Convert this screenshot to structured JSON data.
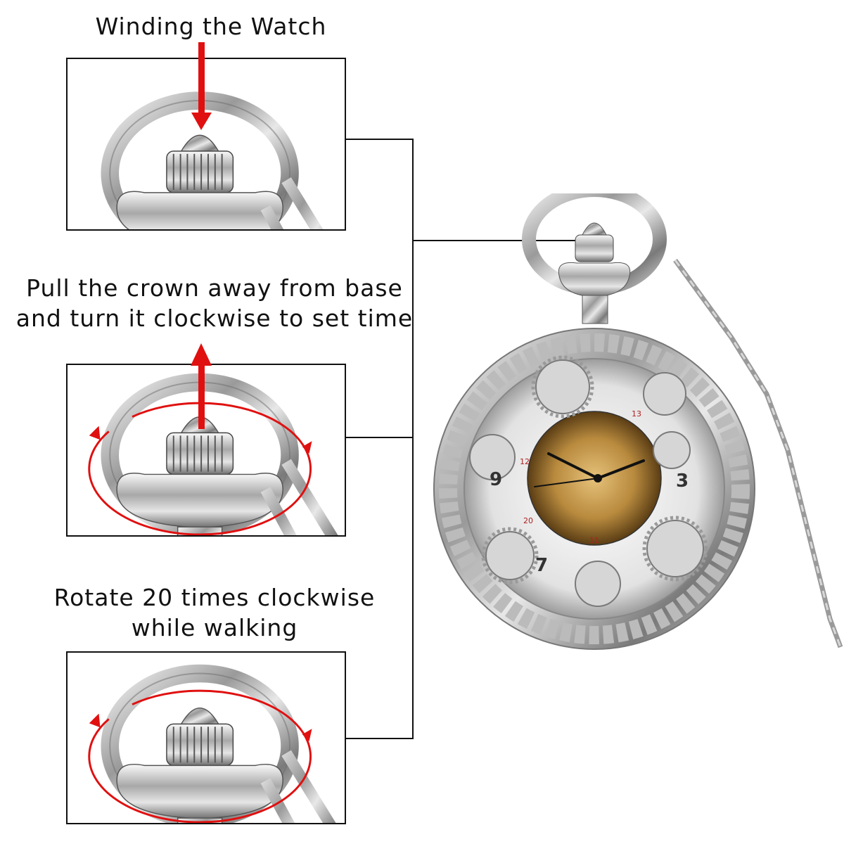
{
  "steps": [
    {
      "caption": "Winding the Watch"
    },
    {
      "caption_line1": "Pull the crown away from base",
      "caption_line2": "and turn it clockwise to set time"
    },
    {
      "caption_line1": "Rotate 20 times clockwise",
      "caption_line2": "while walking"
    }
  ],
  "watch": {
    "numerals": [
      "9",
      "3",
      "7"
    ],
    "subdial_labels": [
      "13",
      "12",
      "20",
      "11"
    ]
  },
  "colors": {
    "arrow": "#e01010",
    "line": "#111111",
    "metal": "#c8c8c8"
  }
}
